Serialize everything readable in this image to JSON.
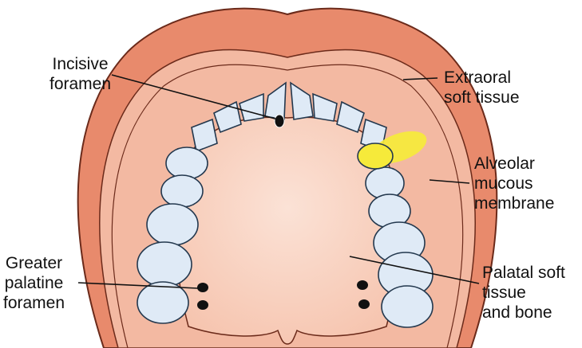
{
  "labels": {
    "incisive_foramen": [
      "Incisive",
      "foramen"
    ],
    "extraoral_soft_tissue": [
      "Extraoral",
      "soft tissue"
    ],
    "alveolar_mucous_membrane": [
      "Alveolar",
      "mucous",
      "membrane"
    ],
    "greater_palatine_foramen": [
      "Greater",
      "palatine",
      "foramen"
    ],
    "palatal_soft_tissue_and_bone": [
      "Palatal soft",
      "tissue",
      "and bone"
    ]
  },
  "colors": {
    "extraoral_soft_tissue": "#e88a6c",
    "alveolar_mucosa": "#f3b9a2",
    "palate": "#f8cdb9",
    "tooth": "#dfeaf6",
    "highlight": "#f6ea3a"
  }
}
